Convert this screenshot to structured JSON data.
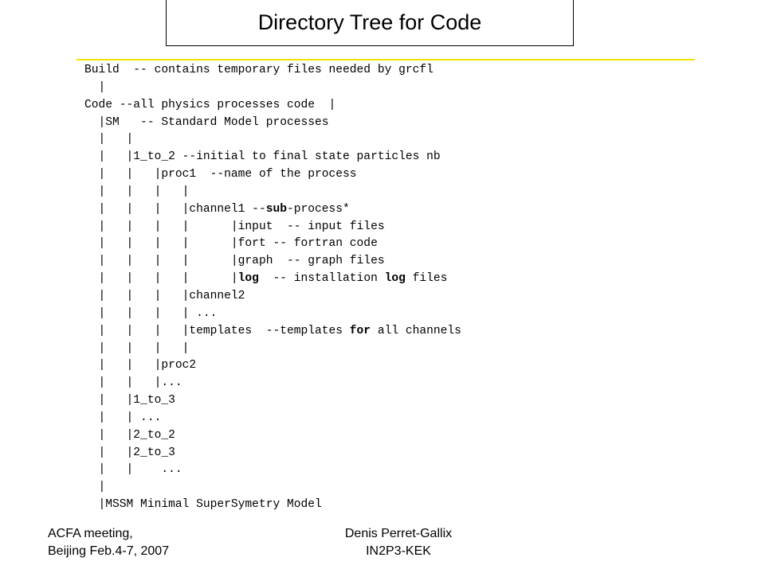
{
  "slide": {
    "title": "Directory Tree for Code"
  },
  "tree_lines": [
    [
      {
        "t": "Build  -- contains temporary files needed by grcfl"
      }
    ],
    [
      {
        "t": "  |"
      }
    ],
    [
      {
        "t": "Code --all physics processes code  |"
      }
    ],
    [
      {
        "t": "  |SM   -- Standard Model processes"
      }
    ],
    [
      {
        "t": "  |   |"
      }
    ],
    [
      {
        "t": "  |   |1_to_2 --initial to final state particles nb"
      }
    ],
    [
      {
        "t": "  |   |   |proc1  --name of the process"
      }
    ],
    [
      {
        "t": "  |   |   |   |"
      }
    ],
    [
      {
        "t": "  |   |   |   |channel1 --"
      },
      {
        "t": "sub",
        "b": true
      },
      {
        "t": "-process*"
      }
    ],
    [
      {
        "t": "  |   |   |   |      |input  -- input files"
      }
    ],
    [
      {
        "t": "  |   |   |   |      |fort -- fortran code"
      }
    ],
    [
      {
        "t": "  |   |   |   |      |graph  -- graph files"
      }
    ],
    [
      {
        "t": "  |   |   |   |      |"
      },
      {
        "t": "log",
        "b": true
      },
      {
        "t": "  -- installation "
      },
      {
        "t": "log",
        "b": true
      },
      {
        "t": " files"
      }
    ],
    [
      {
        "t": "  |   |   |   |channel2"
      }
    ],
    [
      {
        "t": "  |   |   |   | ..."
      }
    ],
    [
      {
        "t": "  |   |   |   |templates  --templates "
      },
      {
        "t": "for",
        "b": true
      },
      {
        "t": " all channels"
      }
    ],
    [
      {
        "t": "  |   |   |   |"
      }
    ],
    [
      {
        "t": "  |   |   |proc2"
      }
    ],
    [
      {
        "t": "  |   |   |..."
      }
    ],
    [
      {
        "t": "  |   |1_to_3"
      }
    ],
    [
      {
        "t": "  |   | ..."
      }
    ],
    [
      {
        "t": "  |   |2_to_2"
      }
    ],
    [
      {
        "t": "  |   |2_to_3"
      }
    ],
    [
      {
        "t": "  |   |    ..."
      }
    ],
    [
      {
        "t": "  |"
      }
    ],
    [
      {
        "t": "  |MSSM Minimal SuperSymetry Model"
      }
    ]
  ],
  "footer": {
    "left_line1": "ACFA meeting,",
    "left_line2": "Beijing Feb.4-7, 2007",
    "center_line1": "Denis Perret-Gallix",
    "center_line2": "IN2P3-KEK"
  },
  "colors": {
    "rule": "#f2e400"
  }
}
